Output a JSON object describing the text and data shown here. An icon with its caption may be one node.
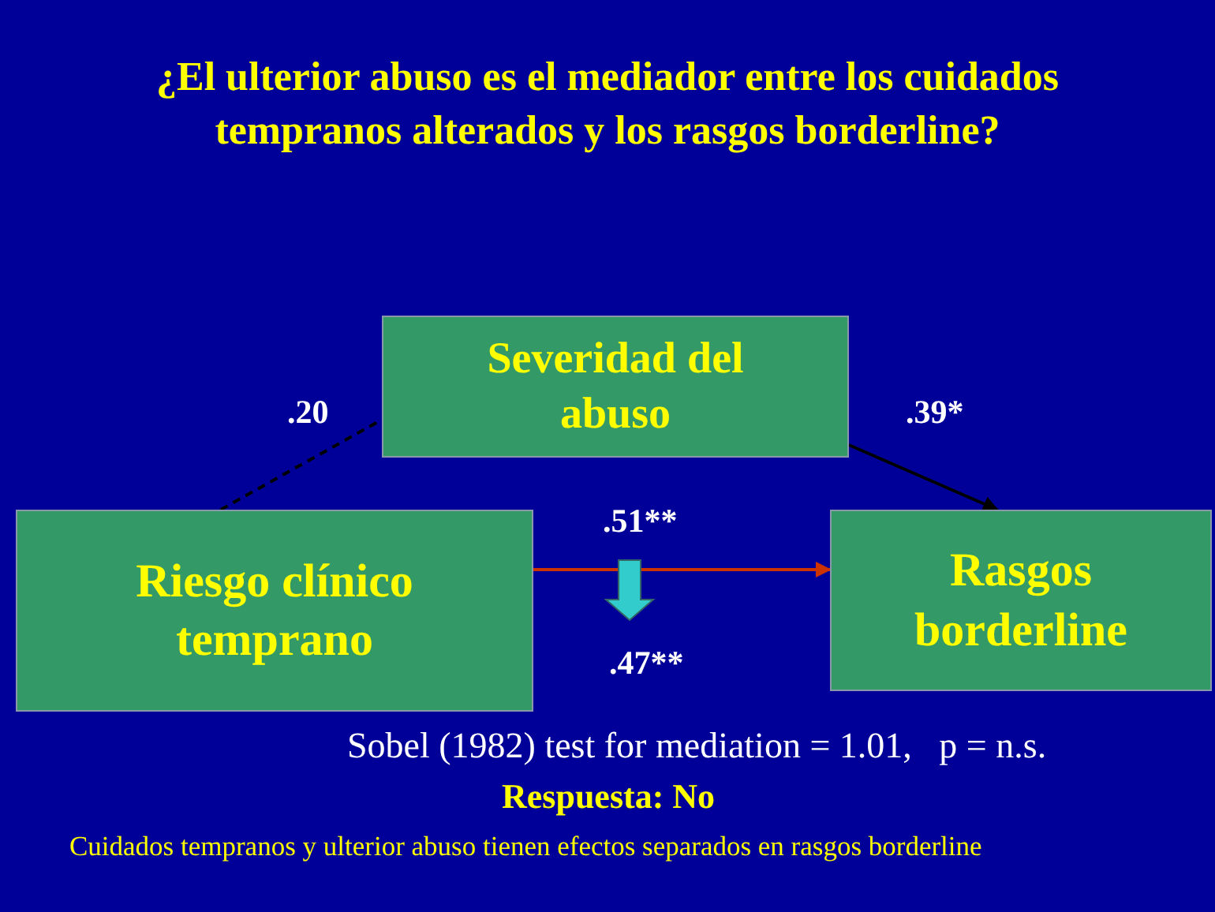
{
  "diagram": {
    "title": "¿El ulterior abuso es el mediador entre los cuidados tempranos alterados y los rasgos borderline?",
    "nodes": [
      {
        "text": [
          "Severidad del abuso"
        ]
      },
      {
        "text": [
          "Riesgo clínico temprano"
        ]
      },
      {
        "text": [
          "Rasgos borderline"
        ]
      }
    ],
    "edges": [
      {
        "from": 1,
        "to": 0,
        "arrow": "none",
        "style": "dashed",
        "label": ".20"
      },
      {
        "from": 0,
        "to": 2,
        "arrow": "to",
        "label": ".39*"
      },
      {
        "from": 1,
        "to": 2,
        "arrow": "to",
        "color": "#cc3300",
        "label": ".51**"
      }
    ],
    "labels": [
      ".47**",
      "Sobel (1982) test for mediation = 1.01,   p = n.s.",
      "Respuesta: No",
      "Cuidados tempranos y ulterior abuso tienen efectos separados en rasgos borderline"
    ]
  }
}
